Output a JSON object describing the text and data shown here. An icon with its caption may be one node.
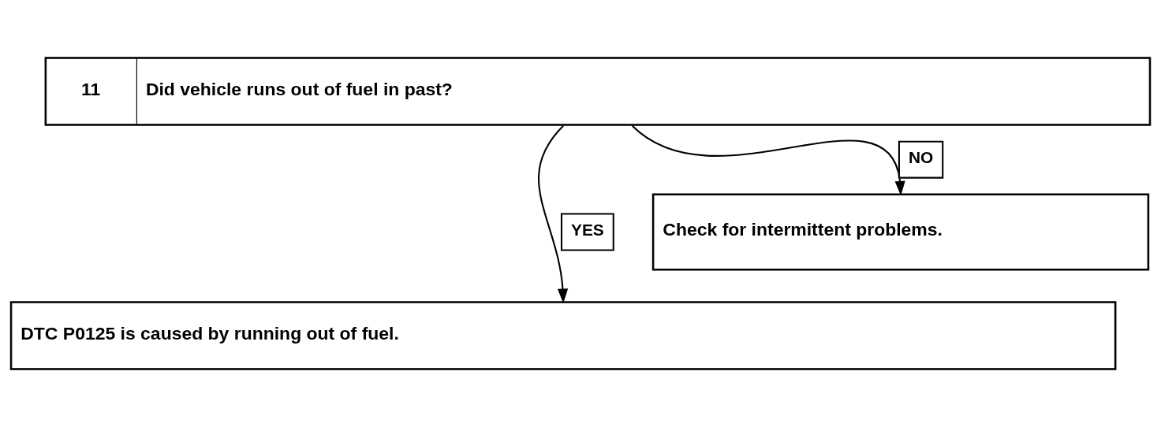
{
  "diagram": {
    "nodes": [
      {
        "text": [
          "11",
          "Did vehicle runs out of fuel in past?"
        ]
      },
      {
        "text": [
          "Check for intermittent problems."
        ]
      },
      {
        "text": [
          "DTC P0125 is caused by running out of fuel."
        ]
      }
    ],
    "edges": [
      {
        "from": 0,
        "to": 1,
        "arrow": "to",
        "label": "NO"
      },
      {
        "from": 0,
        "to": 2,
        "arrow": "to",
        "label": "YES"
      }
    ]
  }
}
